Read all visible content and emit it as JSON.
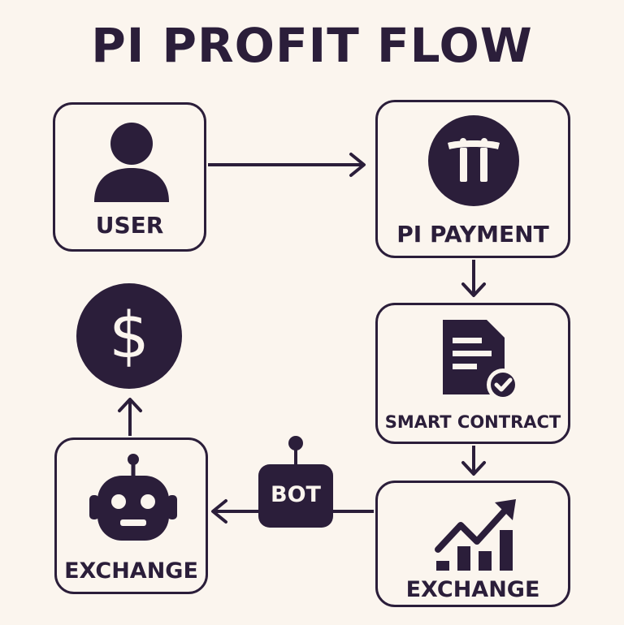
{
  "title": "PI PROFIT FLOW",
  "nodes": {
    "user": {
      "label": "USER",
      "icon": "user-icon"
    },
    "pi_payment": {
      "label": "PI PAYMENT",
      "icon": "pi-coin-icon"
    },
    "smart_contract": {
      "label": "SMART CONTRACT",
      "icon": "document-check-icon"
    },
    "exchange_right": {
      "label": "EXCHANGE",
      "icon": "chart-up-icon"
    },
    "exchange_left": {
      "label": "EXCHANGE",
      "icon": "robot-icon"
    },
    "profit": {
      "icon": "dollar-coin-icon"
    }
  },
  "bot_badge": {
    "label": "BOT",
    "icon": "bot-antenna-icon"
  },
  "colors": {
    "ink": "#2b1e3a",
    "background": "#fbf5ee"
  }
}
